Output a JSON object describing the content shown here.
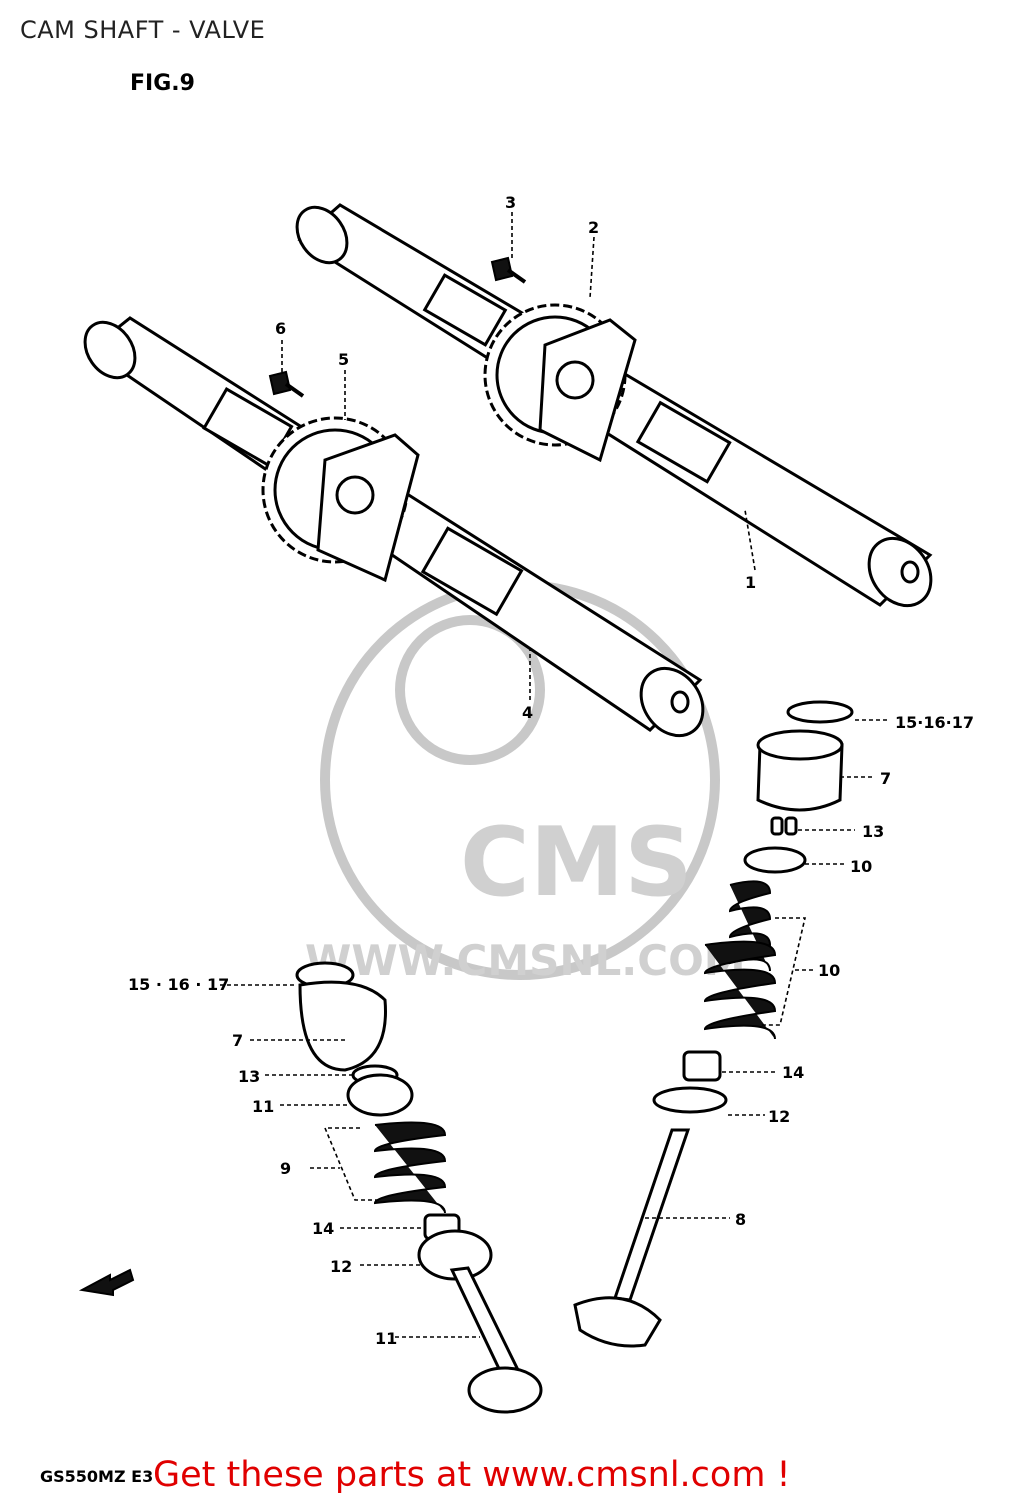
{
  "page": {
    "title": "CAM SHAFT - VALVE",
    "figure_label": "FIG.9",
    "model_code": "GS550MZ E3",
    "footer": "Get these parts at www.cmsnl.com !"
  },
  "watermark": {
    "brand": "CMS",
    "url": "WWW.CMSNL.COM"
  },
  "callouts": [
    {
      "id": "1",
      "label": "1"
    },
    {
      "id": "2",
      "label": "2"
    },
    {
      "id": "3",
      "label": "3"
    },
    {
      "id": "4",
      "label": "4"
    },
    {
      "id": "5",
      "label": "5"
    },
    {
      "id": "6",
      "label": "6"
    },
    {
      "id": "7a",
      "label": "7"
    },
    {
      "id": "7b",
      "label": "7"
    },
    {
      "id": "8",
      "label": "8"
    },
    {
      "id": "9",
      "label": "9"
    },
    {
      "id": "10a",
      "label": "10"
    },
    {
      "id": "10b",
      "label": "10"
    },
    {
      "id": "11a",
      "label": "11"
    },
    {
      "id": "11b",
      "label": "11"
    },
    {
      "id": "12a",
      "label": "12"
    },
    {
      "id": "12b",
      "label": "12"
    },
    {
      "id": "13a",
      "label": "13"
    },
    {
      "id": "13b",
      "label": "13"
    },
    {
      "id": "14a",
      "label": "14"
    },
    {
      "id": "14b",
      "label": "14"
    },
    {
      "id": "15a",
      "label": "15·16·17"
    },
    {
      "id": "15b",
      "label": "15 · 16 · 17"
    }
  ]
}
